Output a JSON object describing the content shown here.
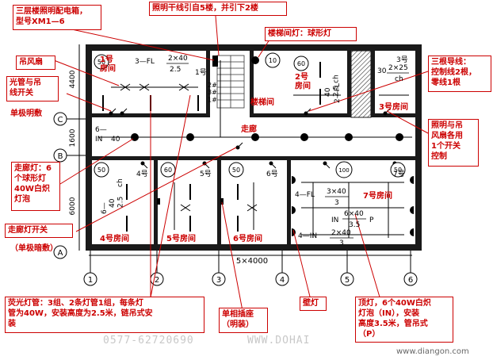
{
  "colors": {
    "wall": "#1a1a1a",
    "annotation": "#cc0000",
    "fixture": "#000000",
    "watermark": "#c8c8c8"
  },
  "dimensions": {
    "height_top": "4400",
    "height_mid": "1600",
    "height_bottom": "6000",
    "width_total": "5×4000"
  },
  "axis_rows": [
    "C",
    "B",
    "A"
  ],
  "axis_cols": [
    "1",
    "2",
    "3",
    "4",
    "5",
    "6"
  ],
  "rooms": {
    "room1_label": "1号\n房间",
    "room2_label": "2号\n房间",
    "room3_label": "3号房间",
    "room4_label": "4号房间",
    "room5_label": "5号房间",
    "room6_label": "6号房间",
    "room7_label": "7号房间",
    "stair_label": "楼梯间",
    "corridor_label": "走廊"
  },
  "fixture_marks": {
    "r1_fl": "3—FL",
    "r1_frac_num": "2×40",
    "r1_frac_den": "2.5",
    "r1_no": "1号",
    "r3_no": "3号",
    "r3_num": "30",
    "r3_frac_top": "2×25",
    "r3_frac_bot": "ch",
    "r2_code": "2—FL",
    "r2_frac": "40\n2.5 ch",
    "r4_no": "4号",
    "r5_no": "5号",
    "r6_no": "6号",
    "r7_no": "7号",
    "r4_code": "6—",
    "r4_frac": "40\n2.5",
    "r4_ch": "ch",
    "corr_code": "6—",
    "corr_in": "IN",
    "corr_w": "40",
    "r7_fl": "4—FL",
    "r7_fl_num": "3×40",
    "r7_fl_den": "3",
    "r7_in": "IN",
    "r7_in_num": "6×40",
    "r7_in_den": "3.5",
    "r7_in_p": "P",
    "r7_in2": "4—IN",
    "r7_in2_num": "2×40",
    "r7_in2_den": "3",
    "box_50a": "50",
    "box_60": "60",
    "box_50b": "50",
    "box_60b": "60",
    "box_100": "100",
    "box_50c": "50",
    "circle_10": "10",
    "stair_marks": "2#\n3#\n1#"
  },
  "callouts": {
    "panel_box": "三层楼照明配电箱，\n型号XM1—6",
    "trunk_line": "照明干线引自5楼，并引下2楼",
    "stair_light": "楼梯间灯：球形灯",
    "ceiling_fan": "吊风扇",
    "switch_fan": "光管与吊\n线开关",
    "single_pole": "单极明敷",
    "three_wire": "三根导线：\n控制线2根，\n零线1根",
    "shared_switch": "照明与吊\n风扇各用\n1个开关\n控制",
    "corridor_lamp": "走廊灯：6\n个球形灯\n40W白炽\n灯泡",
    "corridor_switch": "走廊灯开关",
    "single_pole_concealed": "（单极暗敷）",
    "fluorescent": "荧光灯管：3组、2条灯管1组，每条灯\n管为40W，安装高度为2.5米，链吊式安\n装",
    "socket": "单相插座\n（明装）",
    "wall_lamp": "壁灯",
    "ceiling_lamp": "顶灯，6个40W白炽\n灯泡（IN），安装\n高度3.5米，管吊式\n（P）"
  },
  "watermarks": {
    "phone": "0577-62720690",
    "site": "WWW.DOHAI",
    "site2": "www.diangon.com"
  }
}
